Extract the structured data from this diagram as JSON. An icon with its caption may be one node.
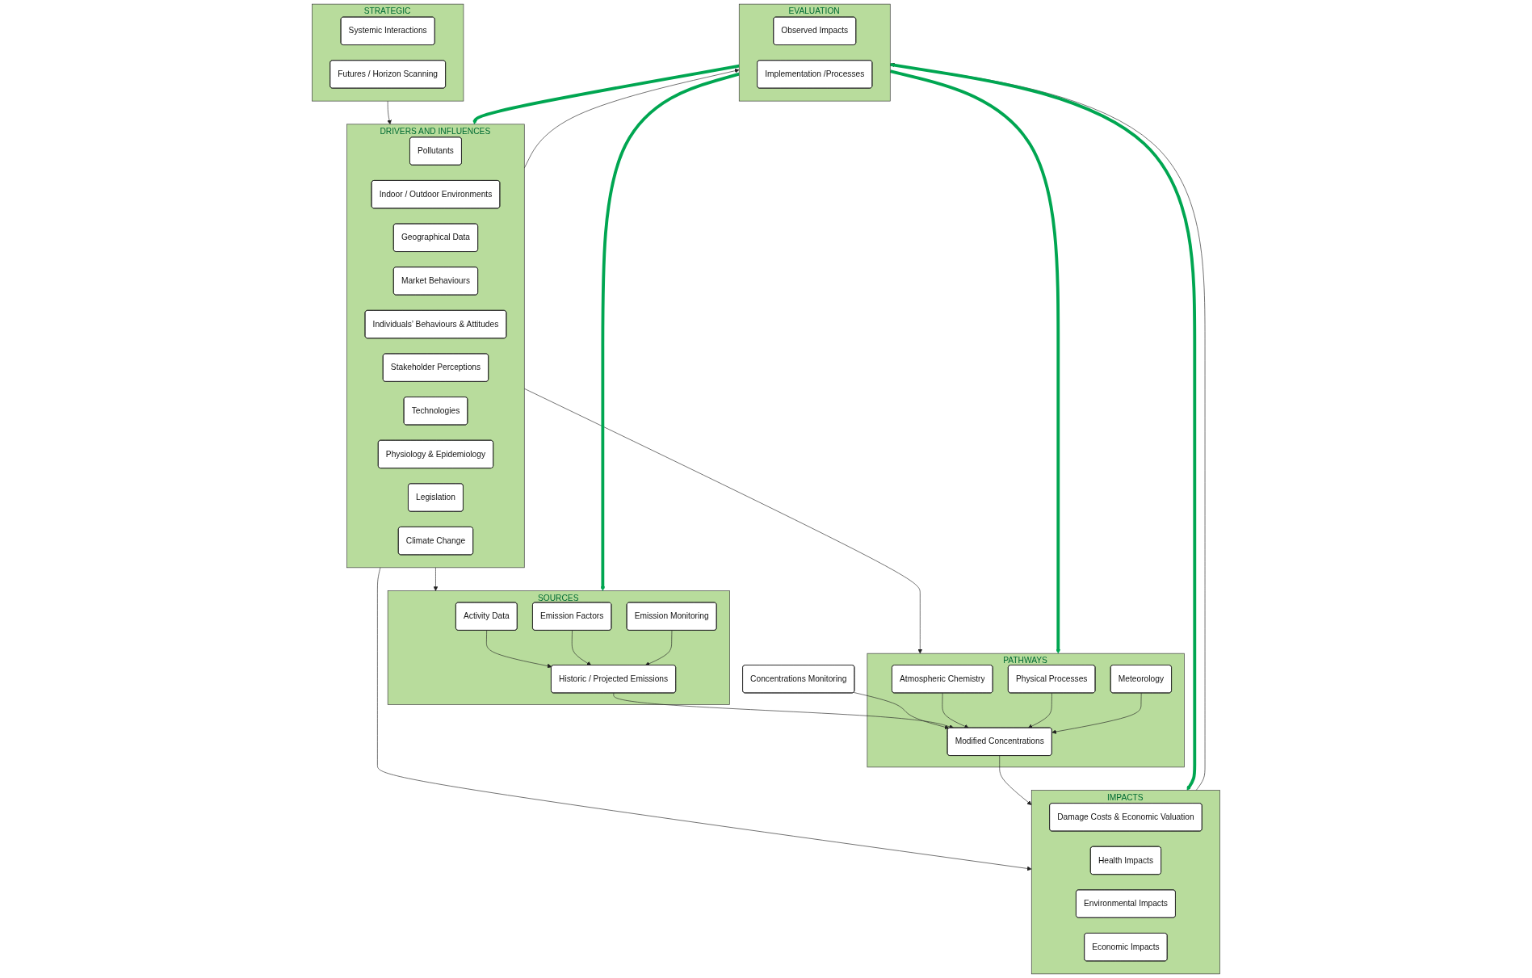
{
  "diagram": {
    "nodes": [
      {
        "text": [
          "STRATEGIC"
        ]
      },
      {
        "text": [
          "Systemic Interactions"
        ],
        "in": 0
      },
      {
        "text": [
          "Futures / Horizon Scanning"
        ],
        "in": 0
      },
      {
        "text": [
          "DRIVERS AND INFLUENCES"
        ]
      },
      {
        "text": [
          "Pollutants"
        ],
        "in": 3
      },
      {
        "text": [
          "Indoor / Outdoor Environments"
        ],
        "in": 3
      },
      {
        "text": [
          "Geographical Data"
        ],
        "in": 3
      },
      {
        "text": [
          "Market Behaviours"
        ],
        "in": 3
      },
      {
        "text": [
          "Individuals’ Behaviours & Attitudes"
        ],
        "in": 3
      },
      {
        "text": [
          "Stakeholder Perceptions"
        ],
        "in": 3
      },
      {
        "text": [
          "Technologies"
        ],
        "in": 3
      },
      {
        "text": [
          "Physiology & Epidemiology"
        ],
        "in": 3
      },
      {
        "text": [
          "Legislation"
        ],
        "in": 3
      },
      {
        "text": [
          "Climate Change"
        ],
        "in": 3
      },
      {
        "text": [
          "SOURCES"
        ]
      },
      {
        "text": [
          "Activity Data"
        ],
        "in": 14
      },
      {
        "text": [
          "Emission Factors"
        ],
        "in": 14
      },
      {
        "text": [
          "Emission Monitoring"
        ],
        "in": 14
      },
      {
        "text": [
          "Historic / Projected Emissions"
        ],
        "in": 14
      },
      {
        "text": [
          "Concentrations Monitoring"
        ]
      },
      {
        "text": [
          "PATHWAYS"
        ]
      },
      {
        "text": [
          "Atmospheric Chemistry"
        ],
        "in": 20
      },
      {
        "text": [
          "Modified Concentrations"
        ],
        "in": 20
      },
      {
        "text": [
          "Physical Processes"
        ],
        "in": 20
      },
      {
        "text": [
          "Meteorology"
        ],
        "in": 20
      },
      {
        "text": [
          "IMPACTS"
        ]
      },
      {
        "text": [
          "Damage Costs & Economic Valuation"
        ],
        "in": 25
      },
      {
        "text": [
          "Health Impacts"
        ],
        "in": 25
      },
      {
        "text": [
          "Environmental Impacts"
        ],
        "in": 25
      },
      {
        "text": [
          "Economic Impacts"
        ],
        "in": 25
      },
      {
        "text": [
          "EVALUATION"
        ]
      },
      {
        "text": [
          "Observed Impacts"
        ],
        "in": 30
      },
      {
        "text": [
          "Implementation /Processes"
        ],
        "in": 30
      }
    ],
    "edges": [
      {
        "from": 0,
        "to": 3,
        "arrow": "to"
      },
      {
        "from": 3,
        "to": 14,
        "arrow": "to"
      },
      {
        "from": 3,
        "to": 20,
        "arrow": "to"
      },
      {
        "from": 3,
        "to": 25,
        "arrow": "to"
      },
      {
        "from": 3,
        "to": 30,
        "arrow": "to"
      },
      {
        "from": 15,
        "to": 18,
        "arrow": "to"
      },
      {
        "from": 16,
        "to": 18,
        "arrow": "to"
      },
      {
        "from": 17,
        "to": 18,
        "arrow": "to"
      },
      {
        "from": 19,
        "to": 22,
        "arrow": "to"
      },
      {
        "from": 18,
        "to": 22,
        "arrow": "to"
      },
      {
        "from": 21,
        "to": 22,
        "arrow": "to"
      },
      {
        "from": 23,
        "to": 22,
        "arrow": "to"
      },
      {
        "from": 24,
        "to": 22,
        "arrow": "to"
      },
      {
        "from": 22,
        "to": 25,
        "arrow": "to"
      },
      {
        "from": 25,
        "to": 30,
        "arrow": "to"
      },
      {
        "from": 30,
        "to": 3,
        "arrow": "to",
        "style": "thick",
        "color": "#00a651"
      },
      {
        "from": 30,
        "to": 14,
        "arrow": "to",
        "style": "thick",
        "color": "#00a651"
      },
      {
        "from": 30,
        "to": 20,
        "arrow": "to",
        "style": "thick",
        "color": "#00a651"
      },
      {
        "from": 30,
        "to": 25,
        "arrow": "to",
        "style": "thick",
        "color": "#00a651"
      }
    ]
  }
}
